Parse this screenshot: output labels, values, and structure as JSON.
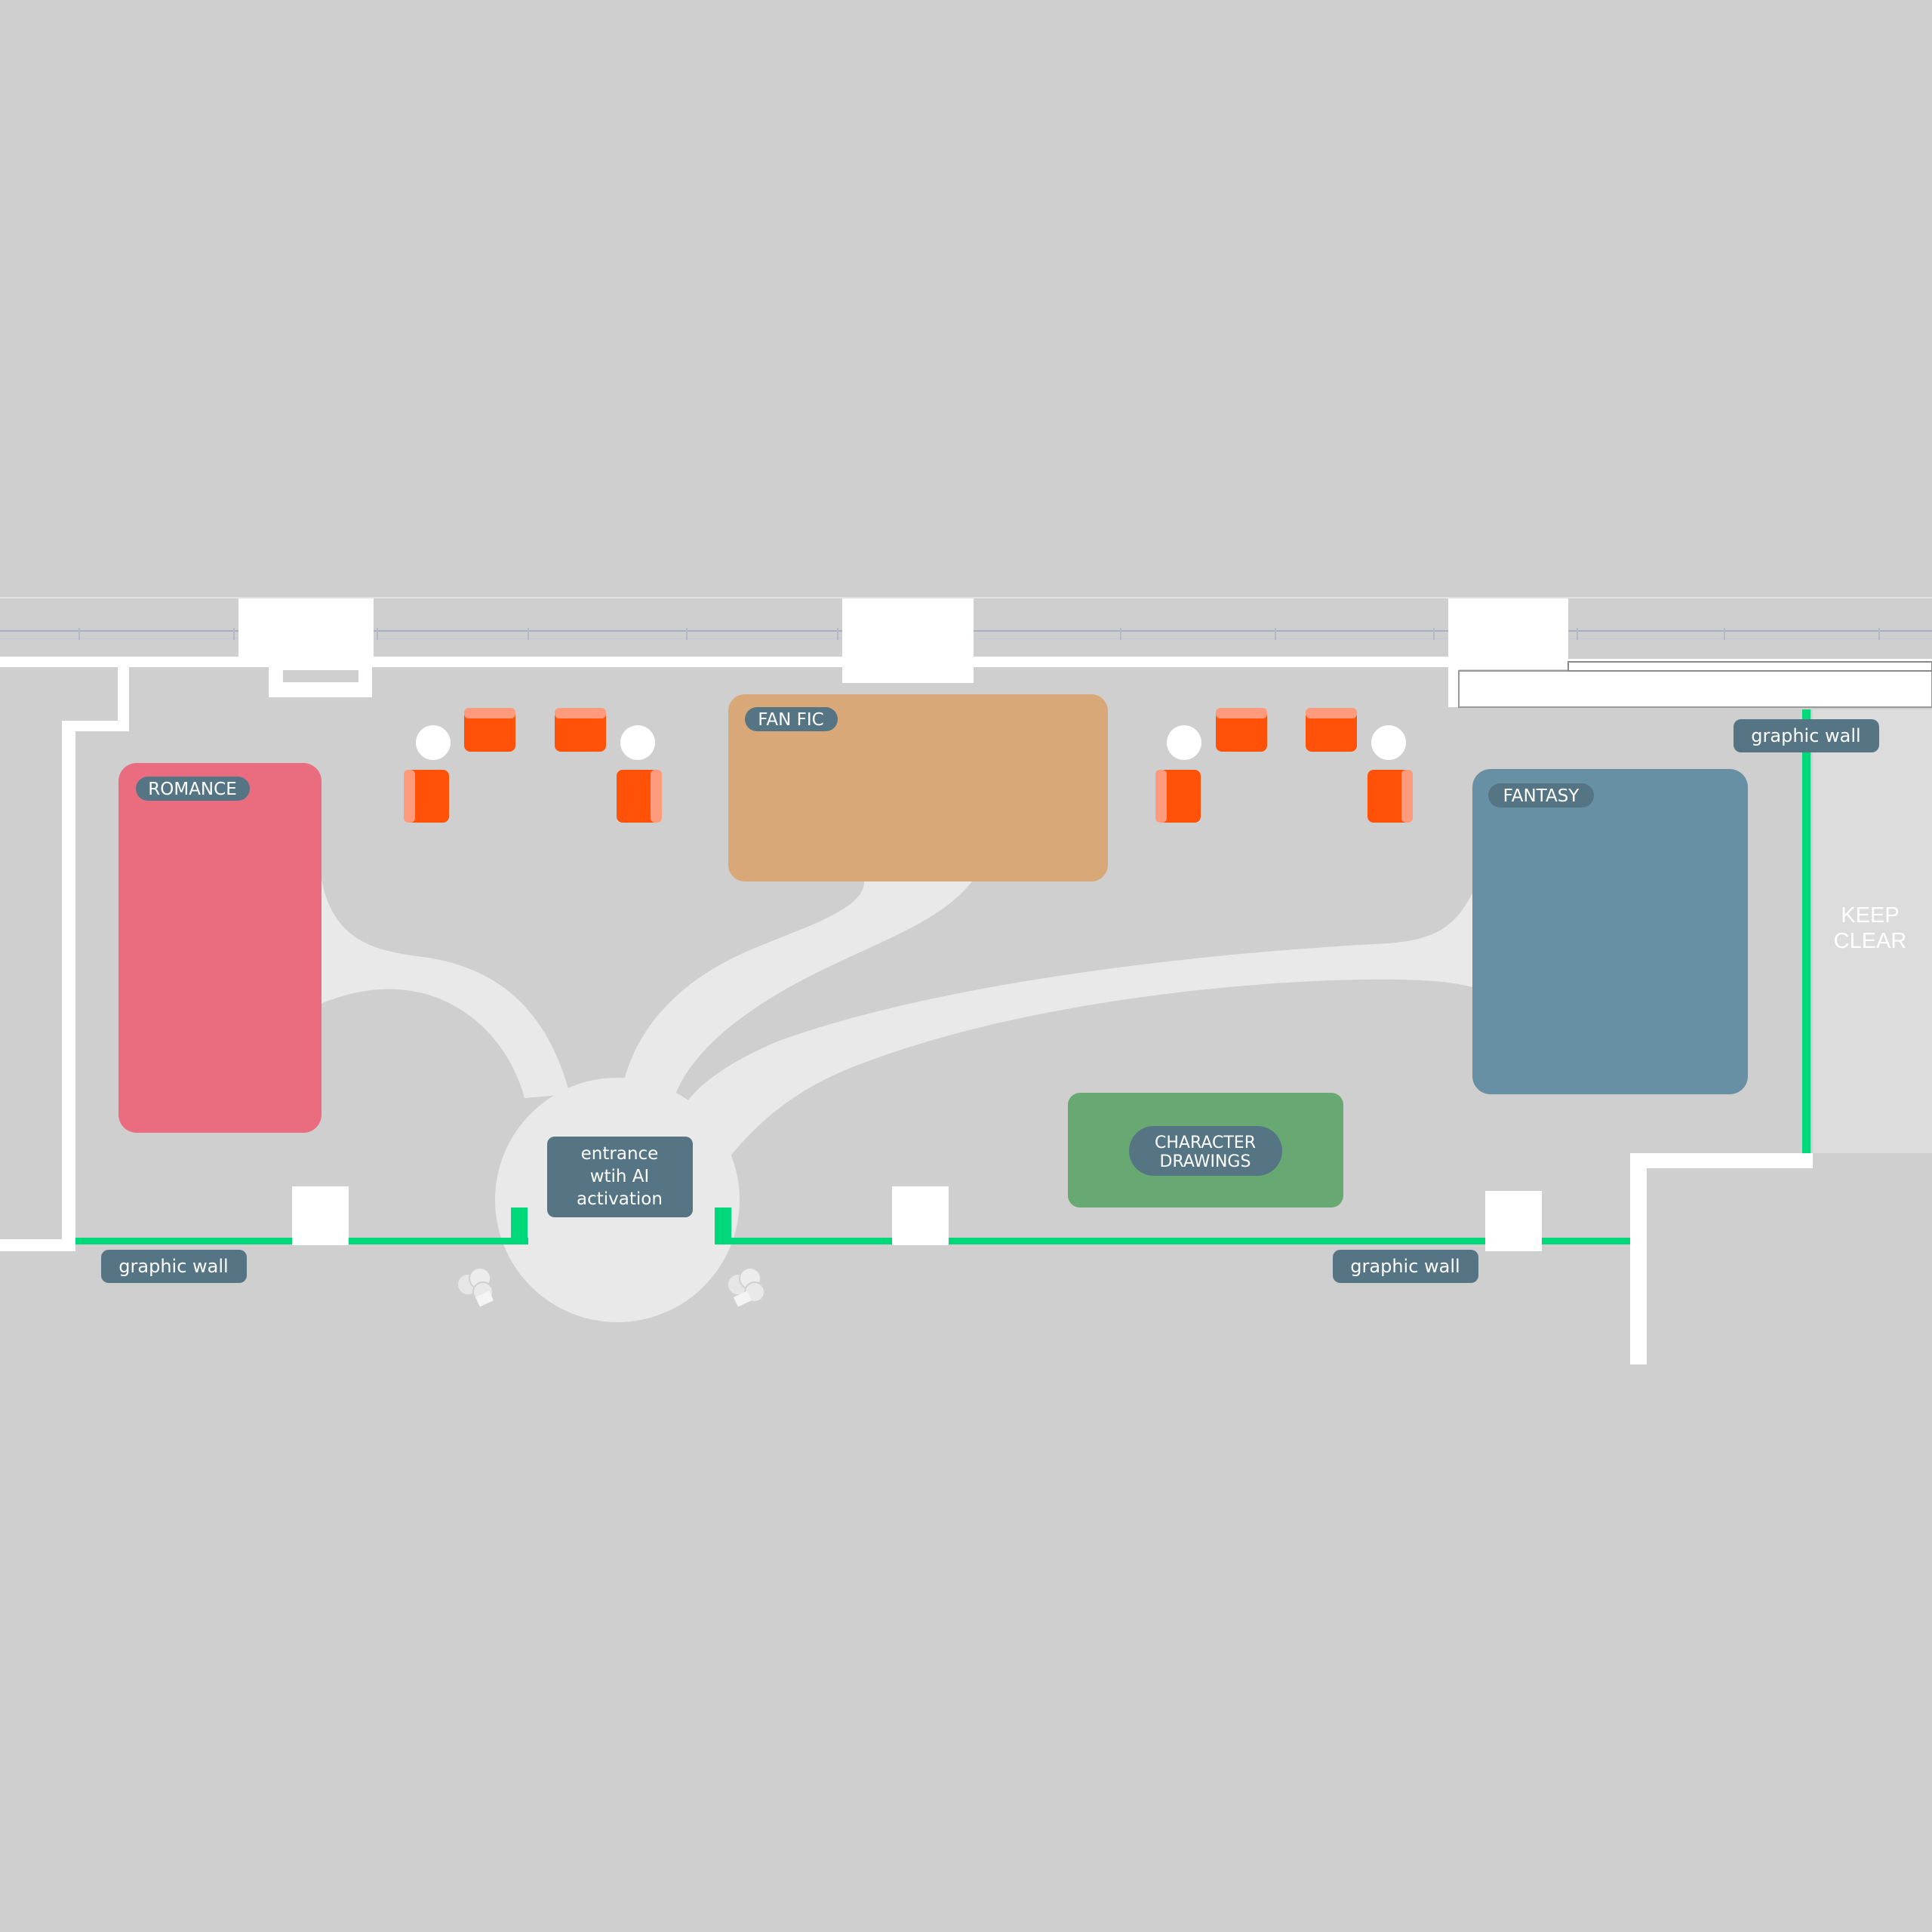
{
  "zones": {
    "romance": {
      "label": "ROMANCE",
      "color": "#e96d7e"
    },
    "fan_fic": {
      "label": "FAN FIC",
      "color": "#d9a878"
    },
    "fantasy": {
      "label": "FANTASY",
      "color": "#6890a4"
    },
    "character_drawings": {
      "label_line1": "CHARACTER",
      "label_line2": "DRAWINGS",
      "color": "#67a873"
    }
  },
  "entrance": {
    "line1": "entrance",
    "line2": "wtih AI",
    "line3": "activation"
  },
  "graphic_walls": [
    {
      "label": "graphic wall"
    },
    {
      "label": "graphic wall"
    },
    {
      "label": "graphic wall"
    }
  ],
  "keep_clear": {
    "line1": "KEEP",
    "line2": "CLEAR"
  },
  "colors": {
    "background": "#cfcfcf",
    "path": "#e9e9e9",
    "walls": "#ffffff",
    "graphic_wall_line": "#00d97a",
    "label_pill": "#557585",
    "seating": "#ff5108",
    "seating_back": "#ff9b7d"
  }
}
